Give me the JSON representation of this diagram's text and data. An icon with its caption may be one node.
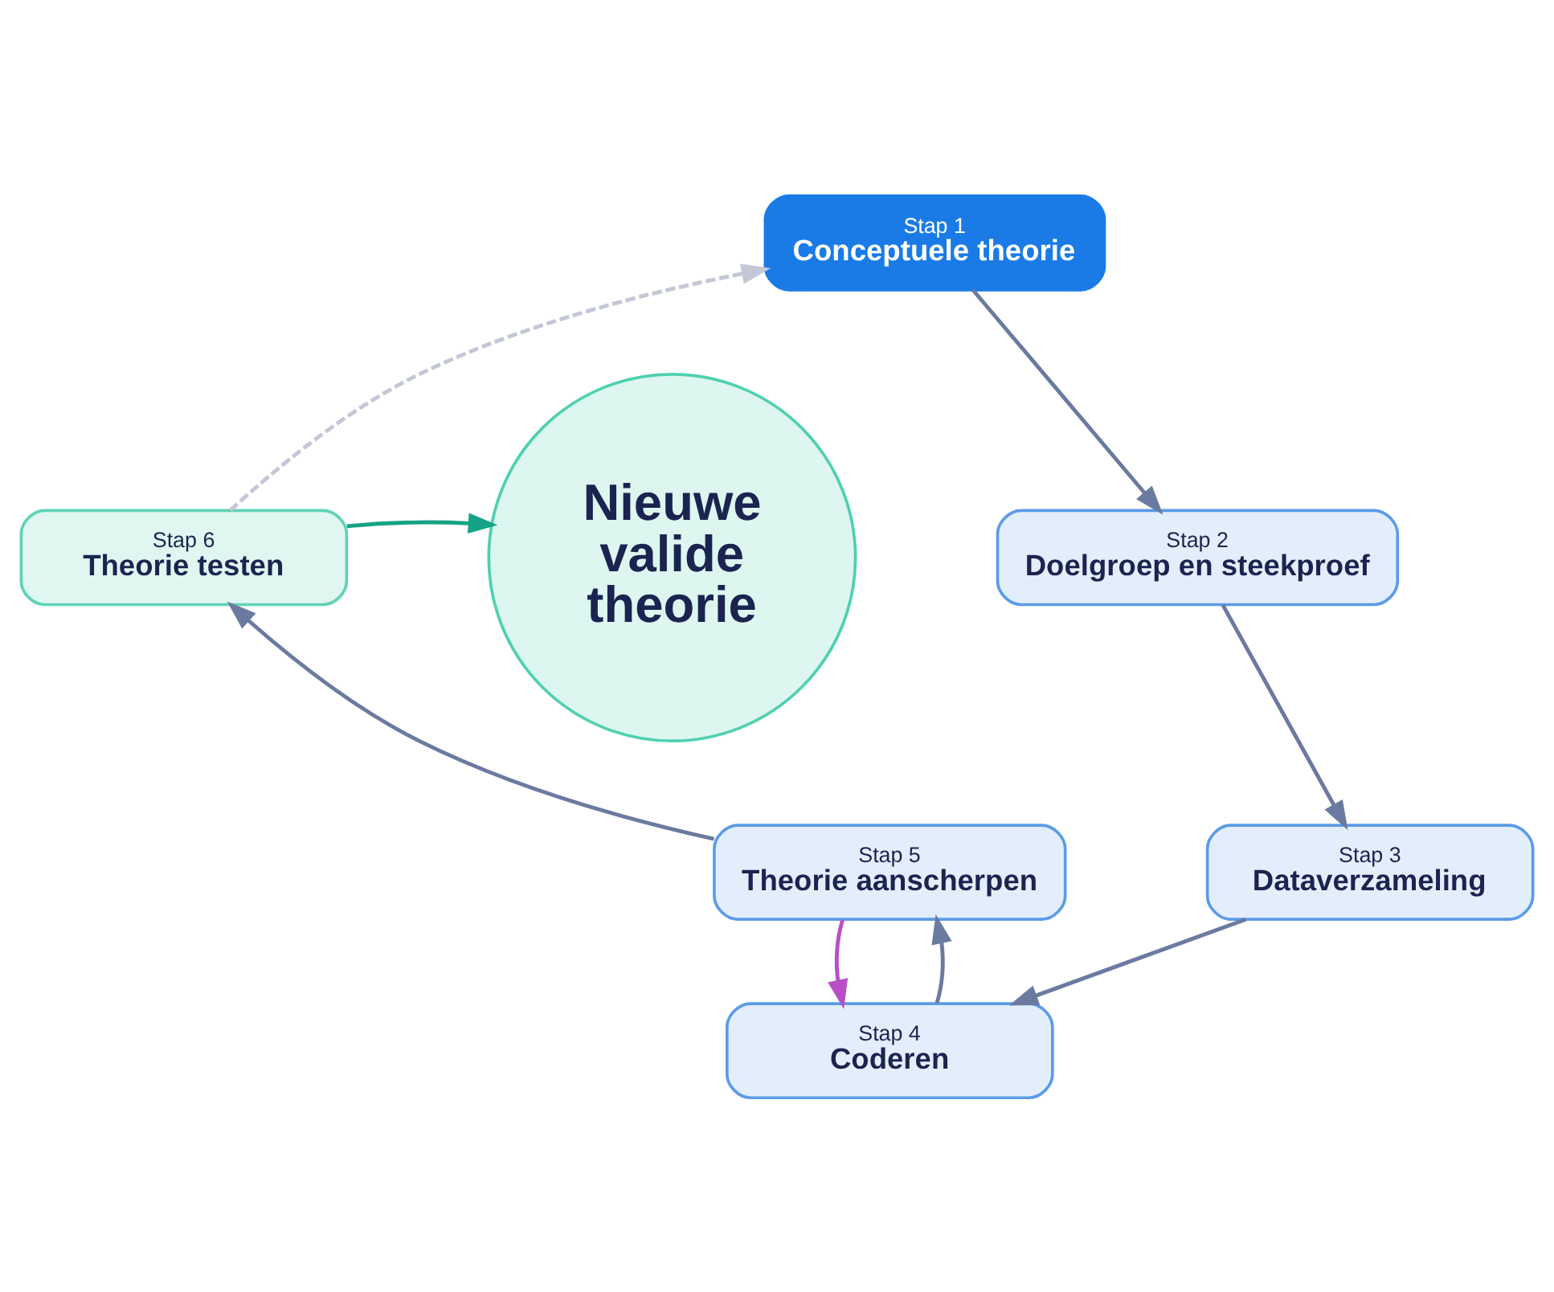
{
  "diagram": {
    "nodes": [
      {
        "text": [
          "Stap 1",
          "Conceptuele theorie"
        ]
      },
      {
        "text": [
          "Stap 2",
          "Doelgroep en steekproef"
        ]
      },
      {
        "text": [
          "Stap 3",
          "Dataverzameling"
        ]
      },
      {
        "text": [
          "Stap 4",
          "Coderen"
        ]
      },
      {
        "text": [
          "Stap 5",
          "Theorie aanscherpen"
        ]
      },
      {
        "text": [
          "Stap 6",
          "Theorie testen"
        ]
      },
      {
        "text": [
          "Nieuwe valide theorie"
        ]
      }
    ],
    "edges": [
      {
        "from": 0,
        "to": 1,
        "arrow": "to"
      },
      {
        "from": 1,
        "to": 2,
        "arrow": "to"
      },
      {
        "from": 2,
        "to": 3,
        "arrow": "to"
      },
      {
        "from": 3,
        "to": 4,
        "arrow": "to"
      },
      {
        "from": 4,
        "to": 3,
        "arrow": "to",
        "color": "#b84fc4"
      },
      {
        "from": 4,
        "to": 5,
        "arrow": "to"
      },
      {
        "from": 5,
        "to": 0,
        "arrow": "to",
        "style": "dashed",
        "color": "#c3c7d6"
      },
      {
        "from": 5,
        "to": 6,
        "arrow": "to",
        "color": "#14a385"
      }
    ]
  }
}
